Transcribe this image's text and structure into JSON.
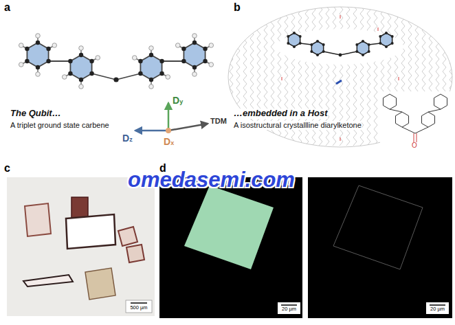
{
  "diagram": {
    "labels": [
      "a",
      "b",
      "c",
      "d",
      "The Qubit…",
      "A triplet ground state carbene",
      "Dy",
      "Dz",
      "Dx",
      "TDM",
      "…embedded in a Host",
      "A isostructural crystallline diarylketone",
      "omedasemi.com",
      "500 µm",
      "20 µm",
      "20 µm",
      "O"
    ]
  }
}
